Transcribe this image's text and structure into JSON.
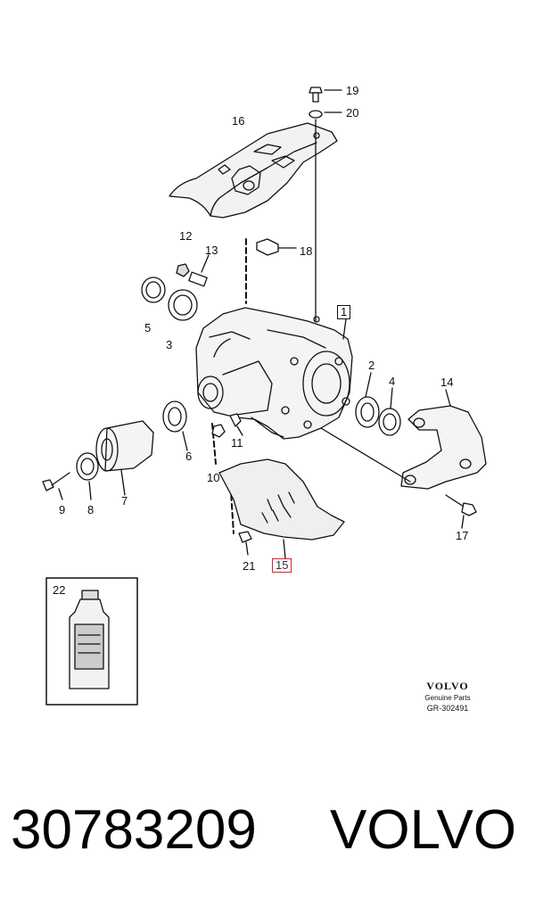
{
  "diagram": {
    "callouts": {
      "c1": "1",
      "c2": "2",
      "c3": "3",
      "c4": "4",
      "c5": "5",
      "c6": "6",
      "c7": "7",
      "c8": "8",
      "c9": "9",
      "c10": "10",
      "c11": "11",
      "c12": "12",
      "c13": "13",
      "c14": "14",
      "c15": "15",
      "c16": "16",
      "c17": "17",
      "c18": "18",
      "c19": "19",
      "c20": "20",
      "c21": "21",
      "c22": "22"
    },
    "highlighted_callout": "15",
    "highlight_color": "#e0202a"
  },
  "brand": {
    "logo": "VOLVO",
    "subtitle": "Genuine Parts",
    "reference": "GR-302491"
  },
  "footer": {
    "part_number": "30783209",
    "make": "VOLVO"
  }
}
